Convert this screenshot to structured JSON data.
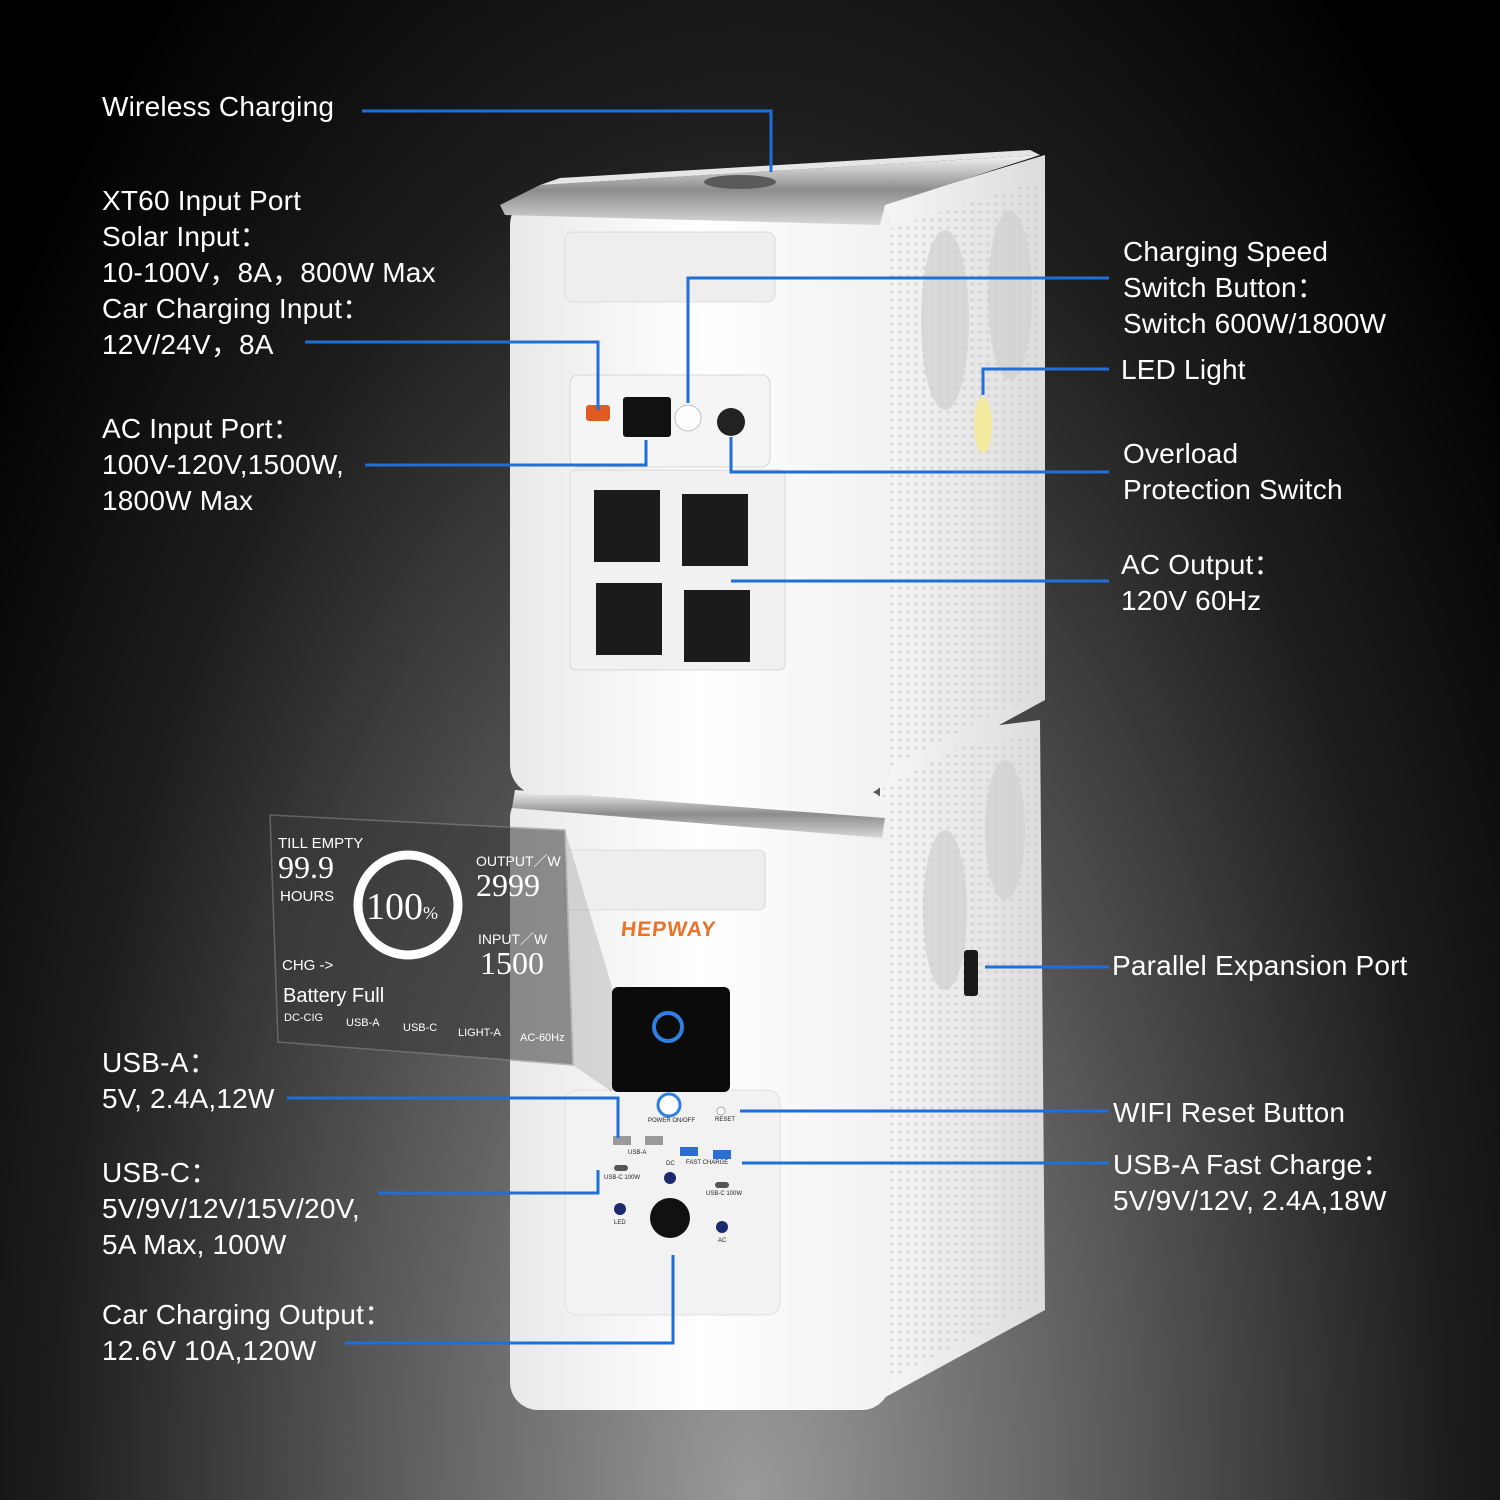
{
  "brand": "HEPWAY",
  "accent_color": "#1f6fd8",
  "labels": {
    "wireless": [
      "Wireless Charging"
    ],
    "xt60": [
      "XT60 Input Port",
      "Solar Input：",
      "10-100V，8A，800W Max",
      "Car Charging Input：",
      "12V/24V，8A"
    ],
    "ac_input": [
      "AC Input Port：",
      "100V-120V,1500W,",
      "1800W Max"
    ],
    "usb_a": [
      "USB-A：",
      "5V, 2.4A,12W"
    ],
    "usb_c": [
      "USB-C：",
      "5V/9V/12V/15V/20V,",
      "5A Max, 100W"
    ],
    "car_output": [
      "Car Charging Output：",
      "12.6V 10A,120W"
    ],
    "charging_speed": [
      "Charging Speed",
      "Switch Button：",
      "Switch 600W/1800W"
    ],
    "led": [
      "LED Light"
    ],
    "overload": [
      "Overload",
      "Protection Switch"
    ],
    "ac_output": [
      "AC Output：",
      "120V 60Hz"
    ],
    "parallel": [
      "Parallel Expansion Port"
    ],
    "wifi_reset": [
      "WIFI Reset Button"
    ],
    "usb_a_fast": [
      "USB-A Fast Charge：",
      "5V/9V/12V, 2.4A,18W"
    ]
  },
  "display": {
    "till_empty_label": "TILL EMPTY",
    "hours_value": "99.9",
    "hours_label": "HOURS",
    "percent_value": "100",
    "percent_sign": "%",
    "output_label": "OUTPUT／W",
    "output_value": "2999",
    "input_label": "INPUT／W",
    "input_value": "1500",
    "chg_label": "CHG ->",
    "battery_status": "Battery  Full",
    "indicators": [
      "DC-CIG",
      "USB-A",
      "USB-C",
      "LIGHT-A",
      "AC-60Hz"
    ]
  },
  "panel_text": {
    "power_button": "POWER ON/OFF",
    "reset": "RESET",
    "usb_a": "USB-A",
    "fast_charge": "FAST CHARGE",
    "usb_c_left": "USB-C 100W",
    "usb_c_right": "USB-C 100W",
    "dc": "DC",
    "led": "LED",
    "ac": "AC"
  }
}
